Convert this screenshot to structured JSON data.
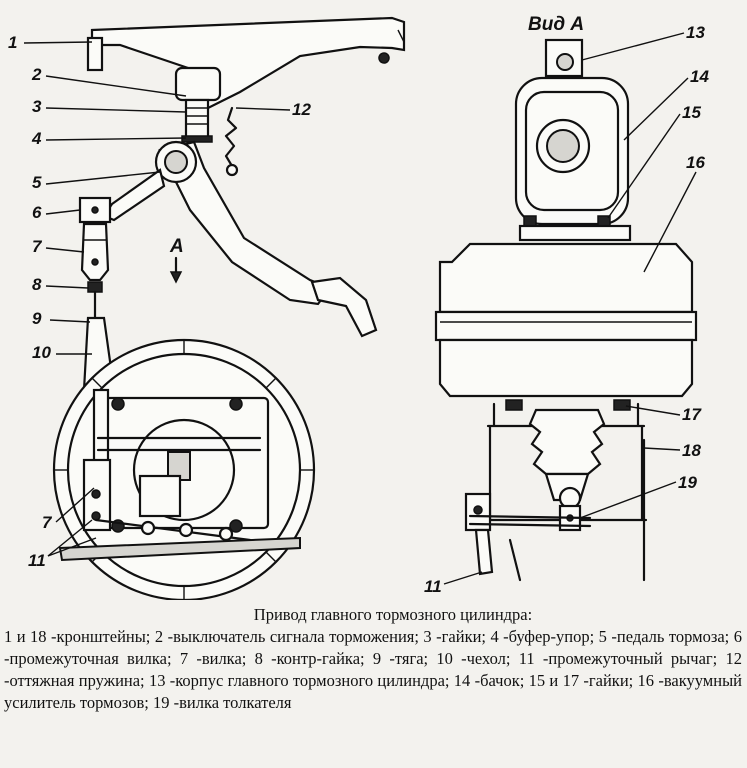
{
  "view_title": "Вид А",
  "direction_label": "А",
  "callouts": {
    "left": [
      "1",
      "2",
      "3",
      "4",
      "5",
      "6",
      "7",
      "8",
      "9",
      "10",
      "12",
      "7",
      "11"
    ],
    "right": [
      "13",
      "14",
      "15",
      "16",
      "17",
      "18",
      "19",
      "11"
    ]
  },
  "caption": {
    "title": "Привод главного тормозного цилиндра:",
    "body": "1 и 18 -кронштейны; 2 -выключатель сигнала торможения; 3 -гайки; 4 -буфер-упор; 5 -педаль тормоза; 6 -промежуточная вилка; 7 -вилка; 8 -контр-гайка; 9 -тяга; 10 -чехол; 11 -промежуточный рычаг; 12 -оттяжная пружина; 13 -корпус главного тормозного цилиндра; 14 -бачок; 15 и 17 -гайки; 16 -вакуумный усилитель тормозов; 19 -вилка толкателя"
  }
}
